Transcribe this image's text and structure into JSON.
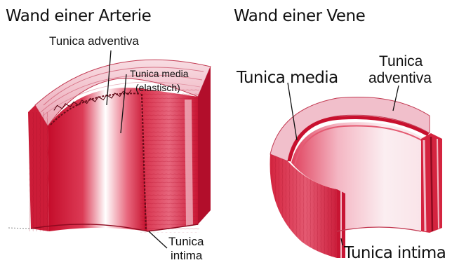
{
  "artery": {
    "title": "Wand einer Arterie",
    "adventitia_label": "Tunica adventiva",
    "media_label_line1": "Tunica media",
    "media_label_line2": "(elastisch)",
    "intima_label_line1": "Tunica",
    "intima_label_line2": "intima"
  },
  "vein": {
    "title": "Wand einer Vene",
    "media_label": "Tunica media",
    "adventitia_label_line1": "Tunica",
    "adventitia_label_line2": "adventiva",
    "intima_label": "Tunica intima"
  },
  "colors": {
    "deep_red": "#c8102e",
    "mid_red": "#e0485e",
    "pale_pink": "#f6d3db",
    "lumen_light": "#fbeef1"
  }
}
